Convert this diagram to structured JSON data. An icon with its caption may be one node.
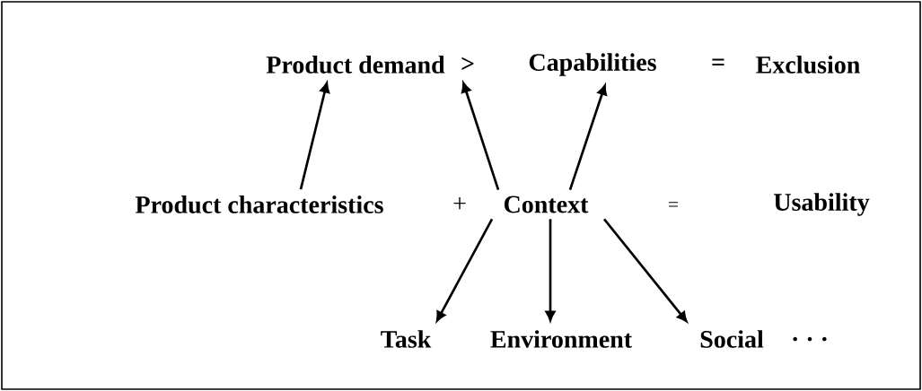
{
  "diagram": {
    "nodes": [
      {
        "text": [
          "Product demand"
        ]
      },
      {
        "text": [
          "Capabilities"
        ]
      },
      {
        "text": [
          "Product characteristics"
        ]
      },
      {
        "text": [
          "Context"
        ]
      },
      {
        "text": [
          "Task"
        ]
      },
      {
        "text": [
          "Environment"
        ]
      },
      {
        "text": [
          "Social"
        ]
      }
    ],
    "edges": [
      {
        "from": 2,
        "to": 0,
        "arrow": "to"
      },
      {
        "from": 3,
        "to": 0,
        "arrow": "to"
      },
      {
        "from": 3,
        "to": 1,
        "arrow": "to"
      },
      {
        "from": 3,
        "to": 4,
        "arrow": "to"
      },
      {
        "from": 3,
        "to": 5,
        "arrow": "to"
      },
      {
        "from": 3,
        "to": 6,
        "arrow": "to"
      }
    ],
    "labels": [
      ">",
      "=",
      "Exclusion",
      "+",
      "=",
      "Usability",
      ". . ."
    ]
  }
}
